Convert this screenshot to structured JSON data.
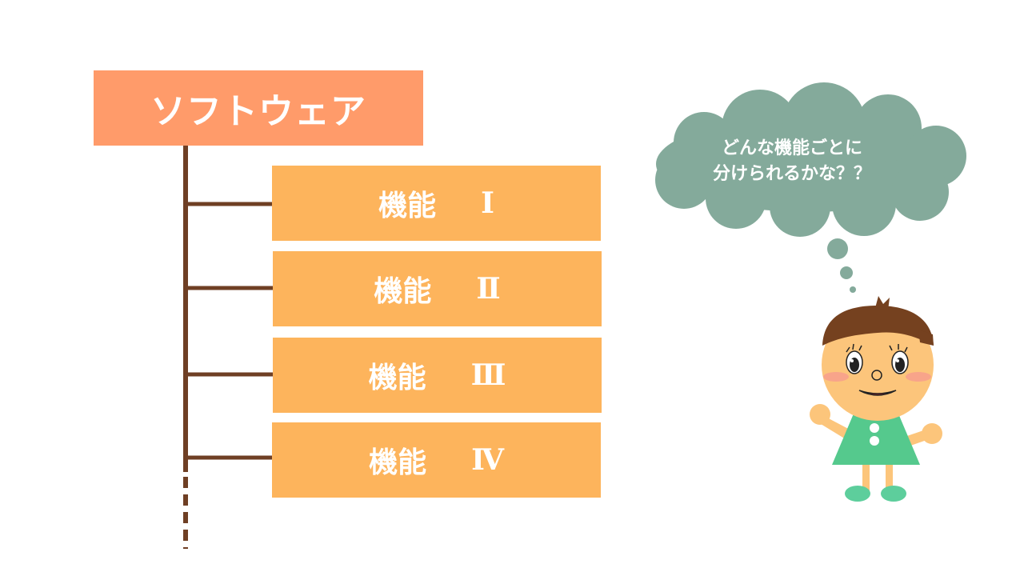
{
  "colors": {
    "root_box": "#FF9B6A",
    "feature_box": "#FDB45C",
    "tree_line": "#6F3F24",
    "bubble": "#84AA9B",
    "hair": "#75411F",
    "skin": "#FCC57B",
    "cheek": "#F8A48A",
    "dress": "#55C98D",
    "shoe": "#5DCE9C"
  },
  "root": {
    "label": "ソフトウェア"
  },
  "features": [
    {
      "label": "機能",
      "numeral": "Ⅰ"
    },
    {
      "label": "機能",
      "numeral": "Ⅱ"
    },
    {
      "label": "機能",
      "numeral": "Ⅲ"
    },
    {
      "label": "機能",
      "numeral": "Ⅳ"
    }
  ],
  "thought_bubble": {
    "line1": "どんな機能ごとに",
    "line2": "分けられるかな？？"
  }
}
